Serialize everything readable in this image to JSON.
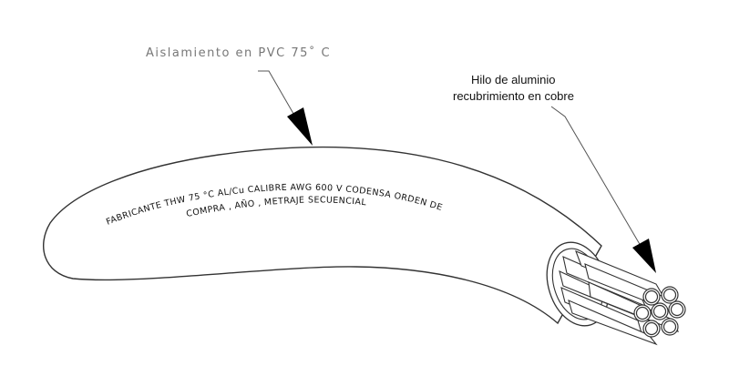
{
  "labels": {
    "insulation": "Aislamiento  en  PVC  75˚  C",
    "wire_line1": "Hilo de aluminio",
    "wire_line2": "recubrimiento en cobre"
  },
  "cable_marking": {
    "line1": "FABRICANTE THW 75  °C AL/Cu CALIBRE AWG 600  V CODENSA  ORDEN DE",
    "line2": "COMPRA ,  AÑO  ,  METRAJE  SECUENCIAL"
  },
  "colors": {
    "line": "#333333",
    "insulation_label": "#777777",
    "text": "#111111"
  }
}
